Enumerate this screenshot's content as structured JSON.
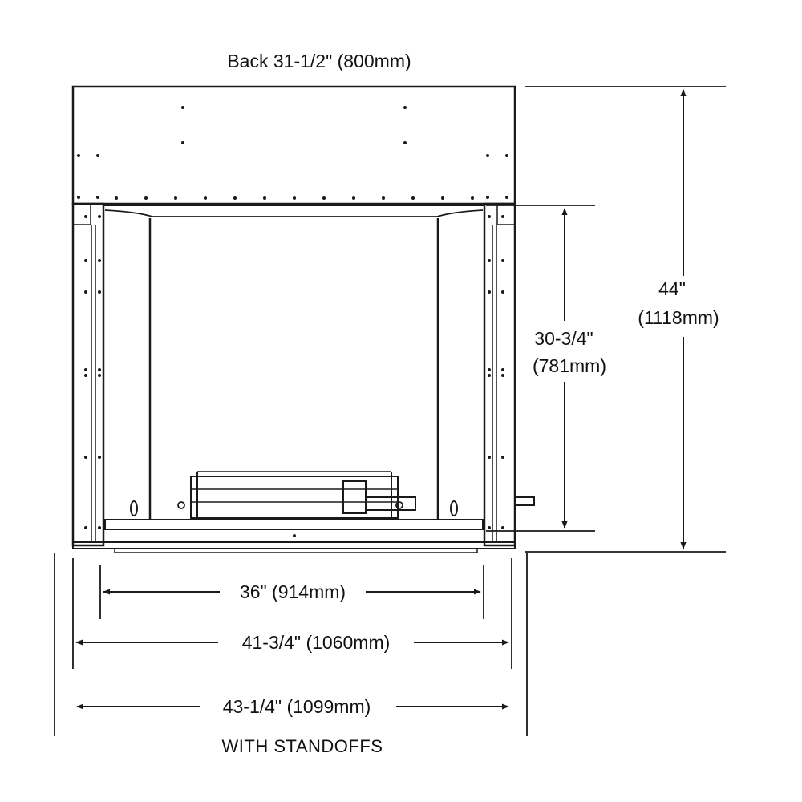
{
  "labels": {
    "back": "Back 31-1/2\" (800mm)",
    "height_total_in": "44\"",
    "height_total_mm": "(1118mm)",
    "opening_height_in": "30-3/4\"",
    "opening_height_mm": "(781mm)",
    "opening_width": "36\" (914mm)",
    "frame_width": "41-3/4\" (1060mm)",
    "standoff_width": "43-1/4\" (1099mm)",
    "standoffs_note": "WITH  STANDOFFS"
  },
  "colors": {
    "line": "#1a1a1a",
    "background": "#ffffff"
  }
}
